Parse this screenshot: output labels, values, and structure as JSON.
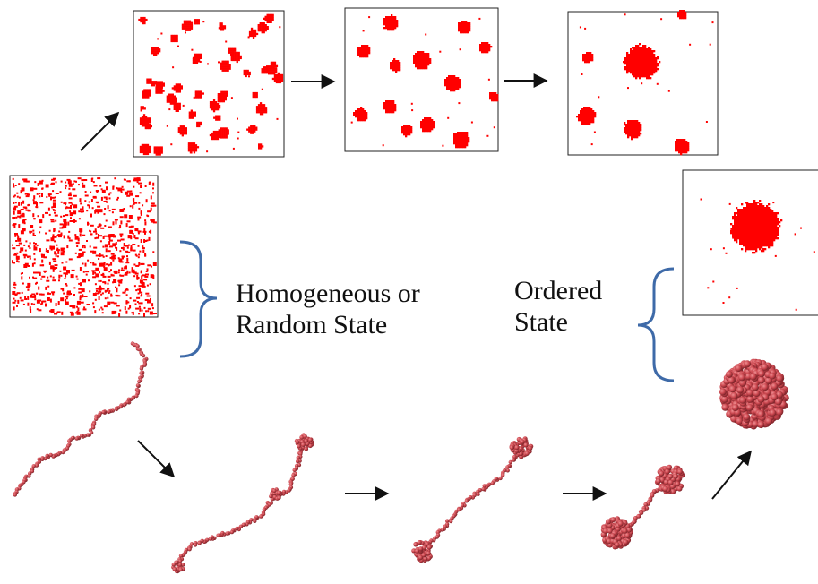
{
  "labels": {
    "random_line1": "Homogeneous or",
    "random_line2": "Random State",
    "ordered_line1": "Ordered",
    "ordered_line2": "State"
  },
  "colors": {
    "particle": "#ff0000",
    "polymer": "#c8474c",
    "polymer_dark": "#8f2a30",
    "brace": "#3e6aa8",
    "arrow": "#111111",
    "panel_border": "#222222"
  }
}
